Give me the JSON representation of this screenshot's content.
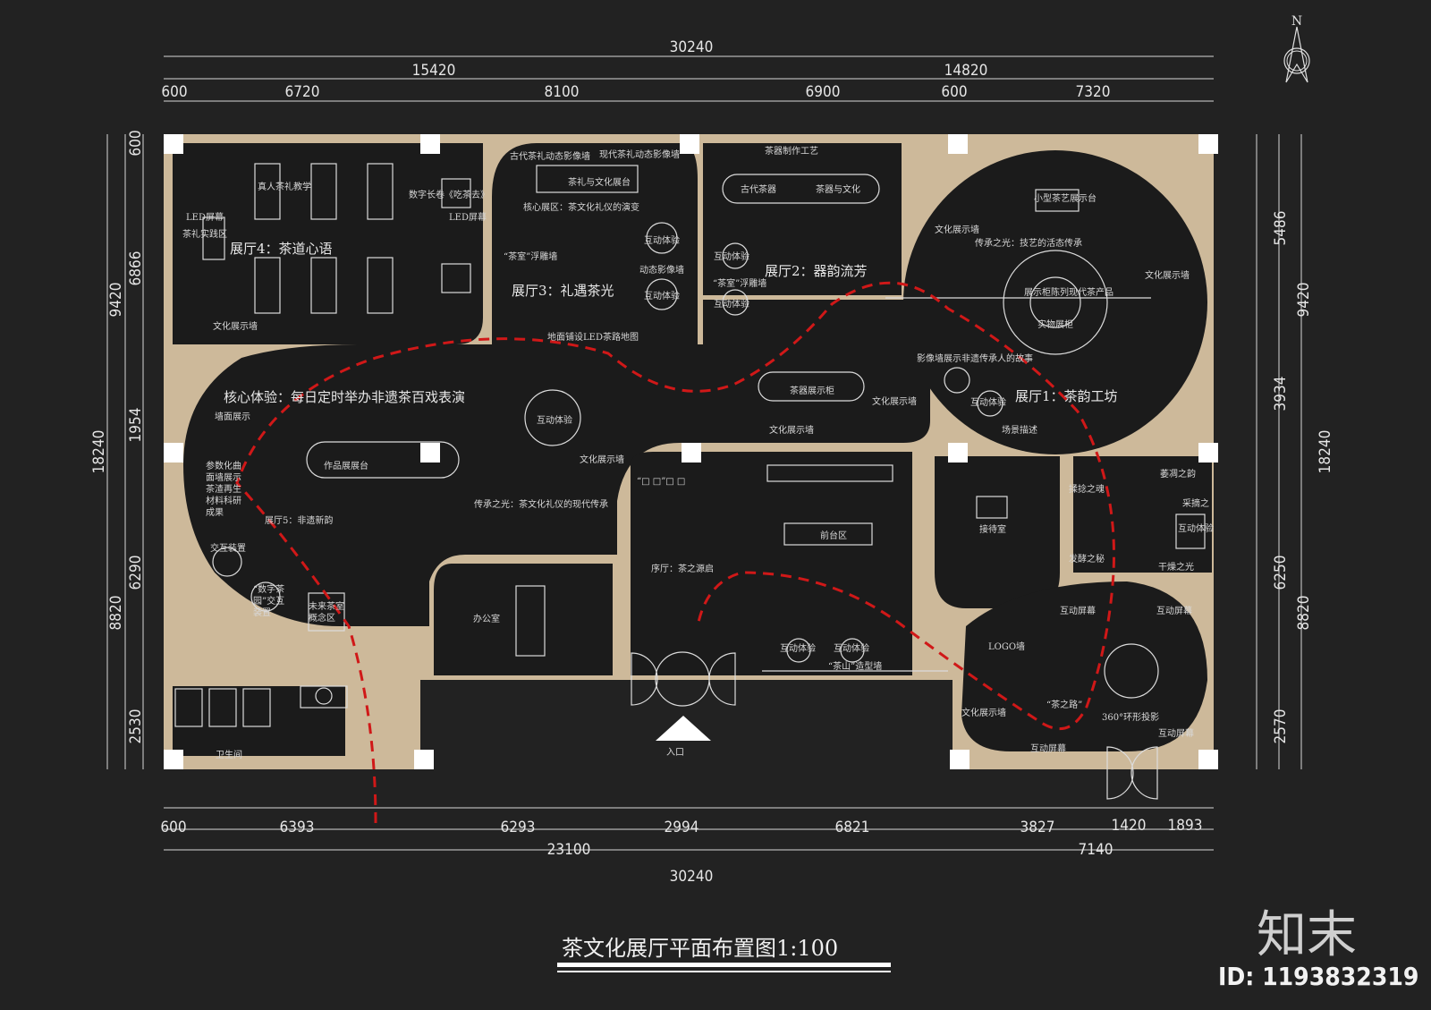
{
  "drawing": {
    "title": "茶文化展厅平面布置图1:100",
    "north_label": "N",
    "brand": "知末",
    "id_label": "ID: 1193832319",
    "entrance_label": "入口"
  },
  "dimensions": {
    "top": {
      "total": "30240",
      "left_half": "15420",
      "right_half": "14820",
      "segments": [
        "600",
        "6720",
        "8100",
        "6900",
        "600",
        "7320"
      ]
    },
    "bottom": {
      "total": "30240",
      "left_sub": "23100",
      "right_sub": "7140",
      "segments": [
        "600",
        "6393",
        "6293",
        "2994",
        "6821",
        "3827",
        "1420",
        "1893"
      ]
    },
    "left": {
      "total": "18240",
      "upper": "9420",
      "lower": "8820",
      "segments": [
        "600",
        "6866",
        "1954",
        "6290",
        "2530"
      ]
    },
    "right": {
      "total": "18240",
      "upper": "9420",
      "lower": "8820",
      "segments": [
        "5486",
        "3934",
        "6250",
        "2570"
      ]
    }
  },
  "halls": {
    "hall4": {
      "name": "展厅4：茶道心语",
      "labels": [
        "真人茶礼教学",
        "数字长卷《吃茶去》",
        "LED屏幕",
        "茶礼实践区",
        "LED屏幕",
        "文化展示墙"
      ]
    },
    "hall3": {
      "name": "展厅3：礼遇茶光",
      "labels": [
        "古代茶礼动态影像墙",
        "现代茶礼动态影像墙",
        "茶礼与文化展台",
        "核心展区：茶文化礼仪的演变",
        "互动体验",
        "“茶室”浮雕墙",
        "动态影像墙",
        "互动体验",
        "地面铺设LED茶路地图"
      ]
    },
    "hall2": {
      "name": "展厅2：器韵流芳",
      "labels": [
        "茶器制作工艺",
        "古代茶器",
        "茶器与文化",
        "互动体验",
        "“茶室”浮雕墙",
        "互动体验",
        "茶器展示柜",
        "文化展示墙",
        "文化展示墙"
      ]
    },
    "hall1": {
      "name": "展厅1：茶韵工坊",
      "labels": [
        "小型茶艺展示台",
        "文化展示墙",
        "传承之光：技艺的活态传承",
        "文化展示墙",
        "展示柜陈列现代茶产品",
        "实物展柜",
        "影像墙展示非遗传承人的故事",
        "互动体验",
        "场景描述"
      ]
    },
    "hall5": {
      "name": "展厅5：非遗新韵",
      "core": "核心体验：每日定时举办非遗茶百戏表演",
      "labels": [
        "墙面展示",
        "作品展展台",
        "参数化曲面墙展示茶渣再生材料科研成果",
        "互动体验",
        "文化展示墙",
        "传承之光：茶文化礼仪的现代传承",
        "交互装置",
        "“数字茶园”交互装置",
        "未来茶室概念区"
      ]
    },
    "lobby": {
      "name": "序厅：茶之源启",
      "labels": [
        "“□ □”□ □",
        "前台区",
        "互动体验",
        "互动体验",
        "“茶山”造型墙"
      ]
    },
    "reception": {
      "name": "接待室"
    },
    "office": {
      "name": "办公室"
    },
    "restroom": {
      "name": "卫生间"
    },
    "process": {
      "labels": [
        "萎凋之韵",
        "揉捻之魂",
        "采摘之",
        "互动体验",
        "发酵之秘",
        "干燥之光"
      ]
    },
    "tea_road": {
      "labels": [
        "互动屏幕",
        "互动屏幕",
        "LOGO墙",
        "“茶之路”",
        "360°环形投影",
        "互动屏幕",
        "互动屏幕",
        "文化展示墙"
      ]
    }
  },
  "colors": {
    "background": "#222222",
    "floor": "#1b1b1b",
    "wall": "#cdb99a",
    "route": "#d01818",
    "line": "#dcdcdc"
  }
}
